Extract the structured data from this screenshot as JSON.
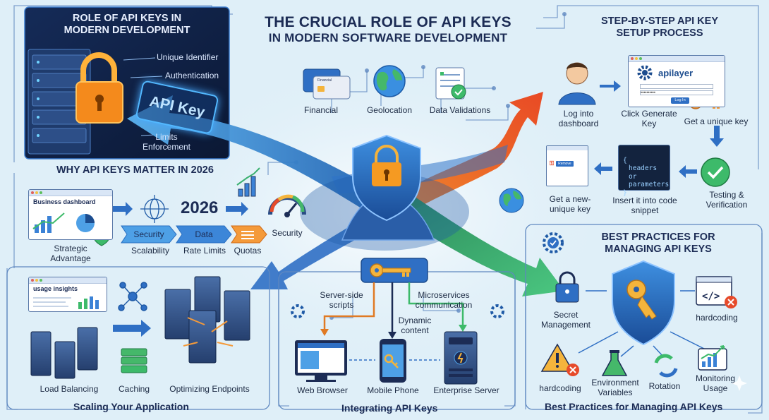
{
  "title": {
    "line1": "THE CRUCIAL ROLE OF API KEYS",
    "line2": "IN MODERN SOFTWARE DEVELOPMENT"
  },
  "role_section": {
    "title_line1": "ROLE OF API KEYS IN",
    "title_line2": "MODERN DEVELOPMENT",
    "key_label": "API Key",
    "items": [
      "Unique Identifier",
      "Authentication",
      "Limits Enforcement"
    ]
  },
  "why_section": {
    "title": "WHY API KEYS MATTER IN 2026",
    "dashboard_label": "Business dashboard",
    "year": "2026",
    "strategic": "Strategic Advantage",
    "chevrons": [
      "Security",
      "Data",
      ""
    ],
    "labels": [
      "Scalability",
      "Rate Limits",
      "Quotas"
    ],
    "gauge_label": "Security"
  },
  "center_icons": {
    "financial": "Financial",
    "card_text": "Financial",
    "geolocation": "Geolocation",
    "data_validations": "Data Validations"
  },
  "setup_section": {
    "title_line1": "STEP-BY-STEP API KEY",
    "title_line2": "SETUP PROCESS",
    "brand": "apilayer",
    "login_btn": "Log In",
    "steps": {
      "login": "Log into dashboard",
      "click": "Click Generate Key",
      "unique": "Get a unique key",
      "testing": "Testing & Verification",
      "insert": "Insert it into code snippet",
      "new_key": "Get a new- unique key"
    },
    "code_lines": [
      "{",
      "headers",
      "or",
      "parameters",
      "}"
    ],
    "remove_btn": "Remove"
  },
  "scaling_section": {
    "window_label": "usage insights",
    "labels": [
      "Load Balancing",
      "Caching",
      "Optimizing Endpoints"
    ],
    "footer": "Scaling Your Application"
  },
  "integrating_section": {
    "server_side": "Server-side scripts",
    "microservices": "Microservices communication",
    "dynamic": "Dynamic content",
    "devices": [
      "Web Browser",
      "Mobile Phone",
      "Enterprise Server"
    ],
    "footer": "Integrating API Keys"
  },
  "best_section": {
    "title_line1": "BEST PRACTICES FOR",
    "title_line2": "MANAGING API KEYS",
    "secret": "Secret Management",
    "hardcoding_right": "hardcoding",
    "hardcoding_left": "hardcoding",
    "env": "Environment Variables",
    "rotation": "Rotation",
    "monitoring": "Monitoring Usage",
    "footer": "Best Practices for Managing API Keys"
  },
  "colors": {
    "navy": "#1c2c55",
    "blue_arrow": "#2e7fd6",
    "orange_arrow": "#ef5a2a",
    "green_arrow": "#3cb870",
    "server_dark": "#0f1e3a"
  }
}
